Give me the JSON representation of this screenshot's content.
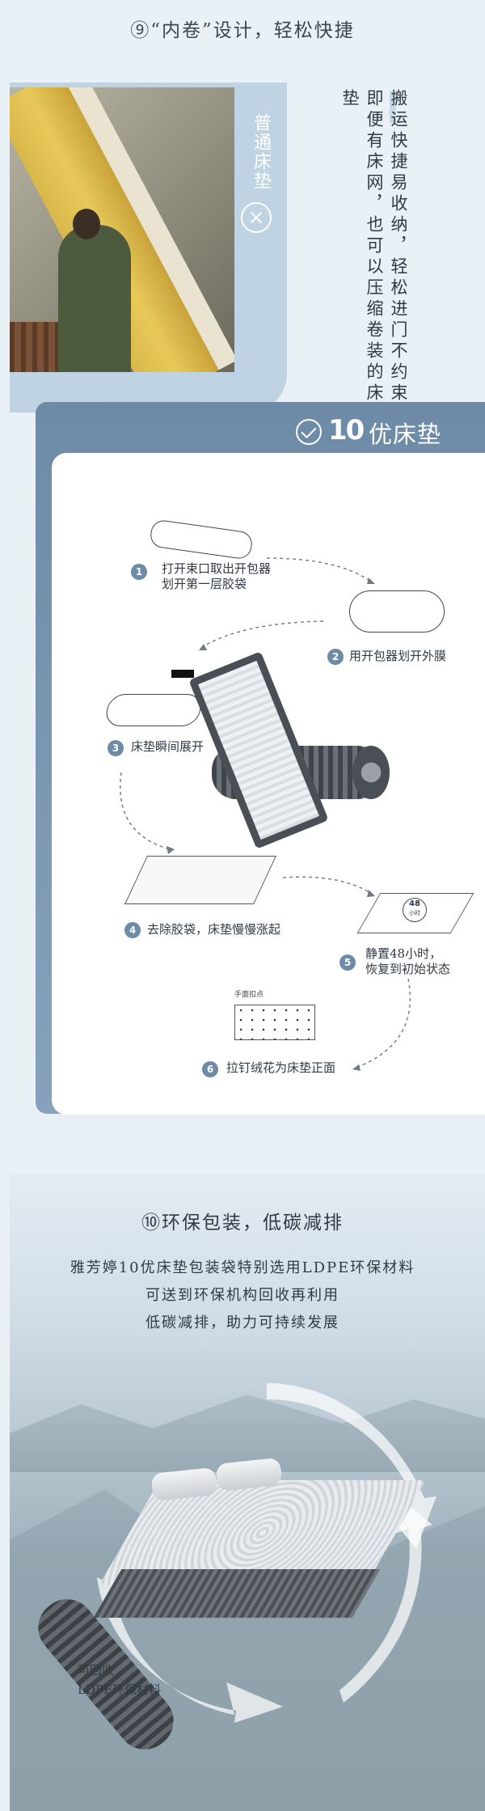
{
  "section9": {
    "title": "⑨“内卷”设计，轻松快捷",
    "normal_label": "普通床垫",
    "right_text_col1": "搬运快捷易收纳，轻松进门不约束",
    "right_text_col2": "即便有床网，也可以压缩卷装的床垫"
  },
  "section10": {
    "brand_num": "10",
    "brand_text": "优床垫",
    "steps": [
      {
        "num": "1",
        "line1": "打开束口取出开包器",
        "line2": "划开第一层胶袋"
      },
      {
        "num": "2",
        "line1": "用开包器划开外膜",
        "line2": ""
      },
      {
        "num": "3",
        "line1": "床垫瞬间展开",
        "line2": ""
      },
      {
        "num": "4",
        "line1": "去除胶袋，床垫慢慢涨起",
        "line2": ""
      },
      {
        "num": "5",
        "line1": "静置48小时，",
        "line2": "恢复到初始状态"
      },
      {
        "num": "6",
        "line1": "拉钉绒花为床垫正面",
        "line2": ""
      }
    ],
    "box_label": "48",
    "box_sub": "小时",
    "face_label": "手面扣点"
  },
  "eco": {
    "title": "⑩环保包装，低碳减排",
    "line1": "雅芳婷10优床垫包装袋特别选用LDPE环保材料",
    "line2": "可送到环保机构回收再利用",
    "line3": "低碳减排，助力可持续发展",
    "caption1": "可回收",
    "caption2": "LDPE环保材料"
  },
  "colors": {
    "accent": "#6d8aa6",
    "background": "#e9f0f6"
  }
}
